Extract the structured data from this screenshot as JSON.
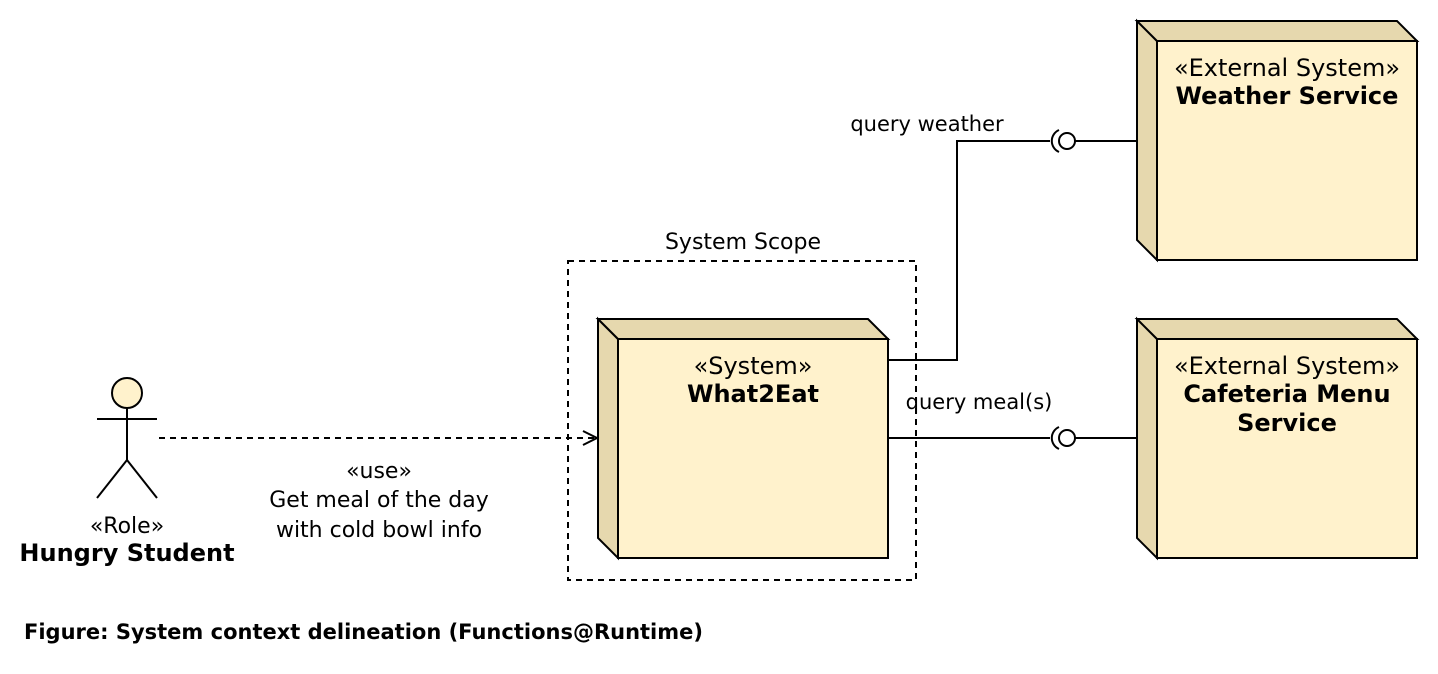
{
  "actor": {
    "stereotype": "«Role»",
    "name": "Hungry Student"
  },
  "scope": {
    "label": "System Scope"
  },
  "system": {
    "stereotype": "«System»",
    "name": "What2Eat"
  },
  "weather_service": {
    "stereotype": "«External System»",
    "name": "Weather Service"
  },
  "cafeteria_service": {
    "stereotype": "«External System»",
    "name_line1": "Cafeteria Menu",
    "name_line2": "Service"
  },
  "use_relation": {
    "stereotype": "«use»",
    "line1": "Get meal of the day",
    "line2": "with cold bowl info"
  },
  "interfaces": {
    "weather": "query weather",
    "meal": "query meal(s)"
  },
  "caption": "Figure: System context delineation (Functions@Runtime)",
  "colors": {
    "node_fill": "#fff2cc",
    "node_side": "#e6d8ae",
    "stroke": "#000000"
  }
}
